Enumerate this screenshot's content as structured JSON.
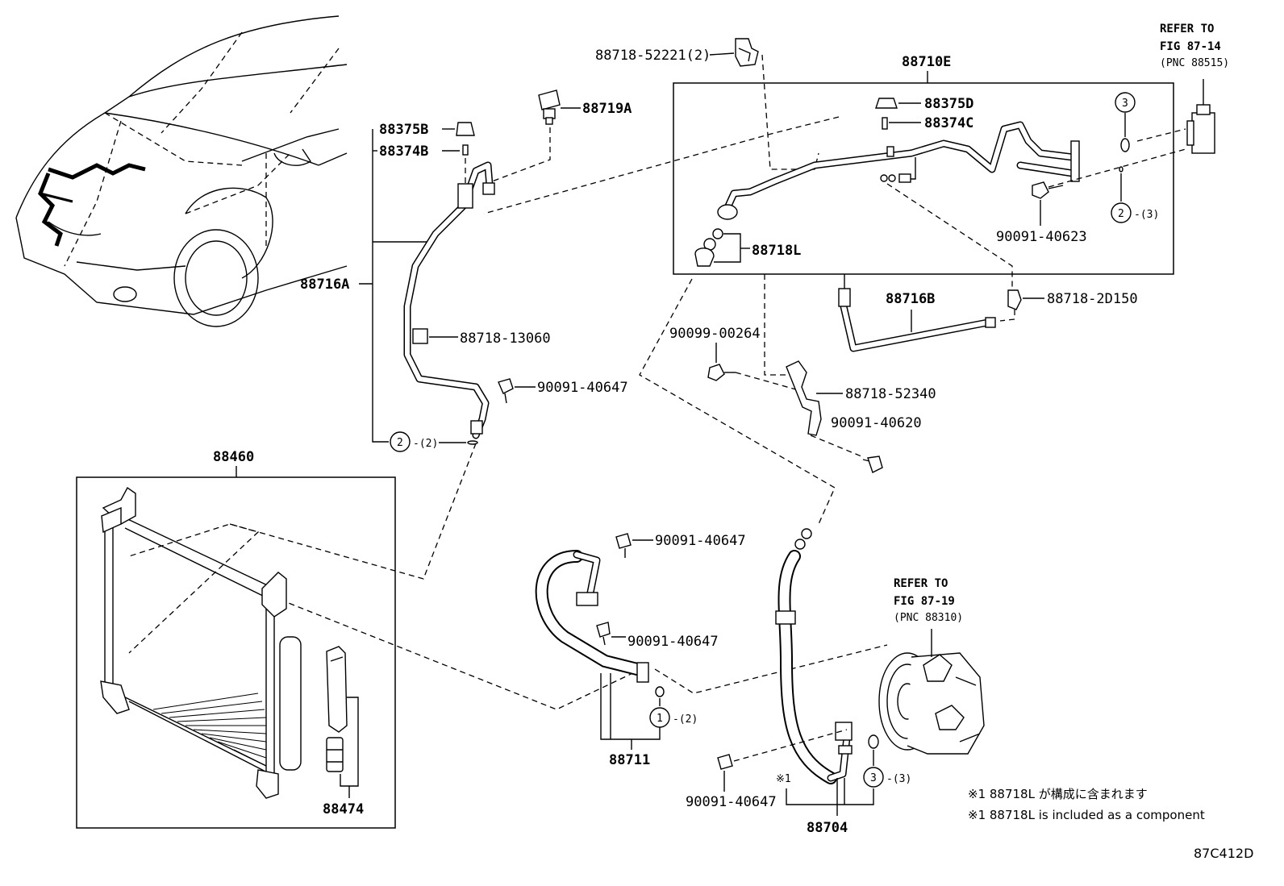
{
  "parts": {
    "p88710E": "88710E",
    "p88718_52221": "88718-52221(2)",
    "p88375D": "88375D",
    "p88374C": "88374C",
    "p88718L": "88718L",
    "p90091_40623": "90091-40623",
    "p88718_2D150": "88718-2D150",
    "p88716B": "88716B",
    "p88719A": "88719A",
    "p88375B": "88375B",
    "p88374B": "88374B",
    "p88716A": "88716A",
    "p88718_13060": "88718-13060",
    "p90091_40647_a": "90091-40647",
    "p90099_00264": "90099-00264",
    "p88718_52340": "88718-52340",
    "p90091_40620": "90091-40620",
    "p88460": "88460",
    "p88474": "88474",
    "p90091_40647_b": "90091-40647",
    "p90091_40647_c": "90091-40647",
    "p88711": "88711",
    "p90091_40647_d": "90091-40647",
    "p88704": "88704"
  },
  "qty": {
    "q2_2": "-(2)",
    "q2_3": "-(3)",
    "q1_2": "-(2)",
    "q3_3": "-(3)"
  },
  "circled": {
    "c1": "1",
    "c2": "2",
    "c3": "3"
  },
  "refs": {
    "top": {
      "l1": "REFER TO",
      "l2": "FIG 87-14",
      "l3": "(PNC 88515)"
    },
    "compressor": {
      "l1": "REFER TO",
      "l2": "FIG 87-19",
      "l3": "(PNC 88310)"
    }
  },
  "marks": {
    "x1": "※1"
  },
  "notes": {
    "jp": "※1 88718L が構成に含まれます",
    "en": "※1 88718L is included as a component"
  },
  "figure_code": "87C412D"
}
